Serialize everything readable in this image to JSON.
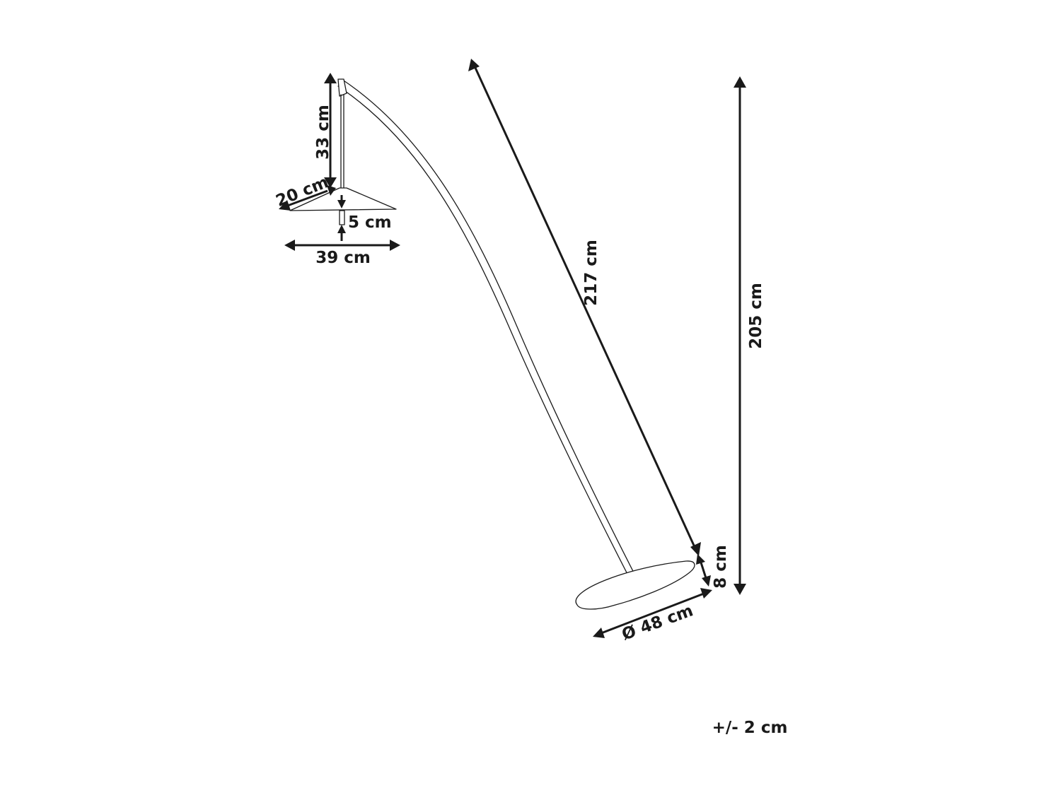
{
  "dimensions": {
    "shade_rod_height": "33 cm",
    "shade_slant": "20 cm",
    "shade_thickness": "5 cm",
    "shade_width": "39 cm",
    "arc_length": "217 cm",
    "total_height": "205 cm",
    "base_height": "8 cm",
    "base_diameter": "Ø 48 cm"
  },
  "tolerance": "+/- 2 cm"
}
